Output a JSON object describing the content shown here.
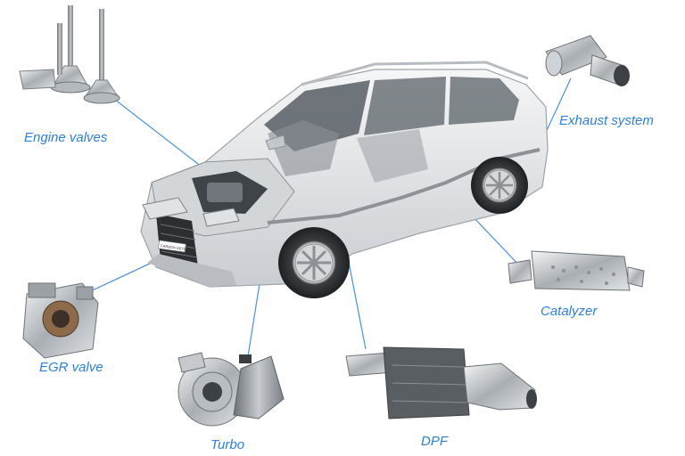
{
  "labels": {
    "engine_valves": "Engine valves",
    "exhaust_system": "Exhaust system",
    "egr_valve": "EGR valve",
    "turbo": "Turbo",
    "dpf": "DPF",
    "catalyzer": "Catalyzer"
  },
  "car": {
    "plate_text": "CARBON DETOX"
  },
  "colors": {
    "label": "#2e7fd6",
    "leader_line": "#4a90d9",
    "background": "#ffffff",
    "car_body": "#e6e8ea"
  }
}
